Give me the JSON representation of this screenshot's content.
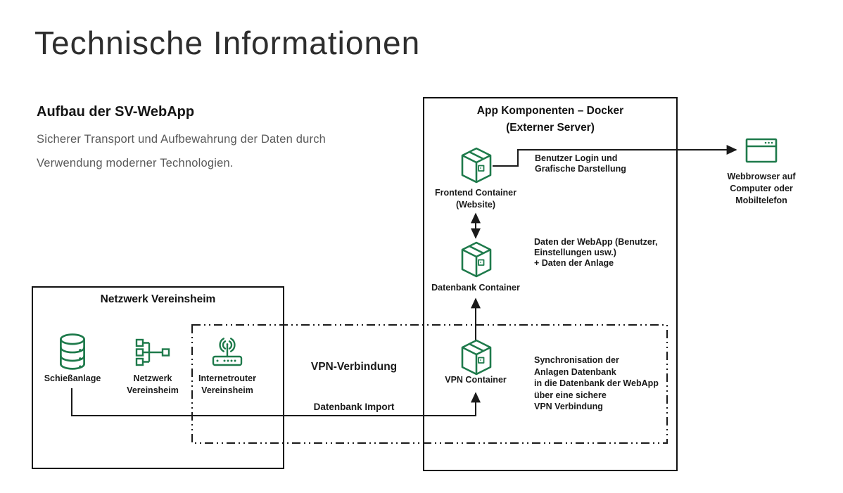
{
  "page": {
    "title": "Technische Informationen"
  },
  "intro": {
    "heading": "Aufbau der SV-WebApp",
    "line1": "Sicherer Transport und Aufbewahrung der Daten durch",
    "line2": "Verwendung moderner Technologien."
  },
  "colors": {
    "accent_green": "#1e7a4b",
    "line_black": "#1a1a1a",
    "subtitle_gray": "#595959"
  },
  "network_box": {
    "title": "Netzwerk Vereinsheim",
    "nodes": [
      {
        "icon": "database-icon",
        "label_line1": "Schießanlage",
        "label_line2": ""
      },
      {
        "icon": "network-icon",
        "label_line1": "Netzwerk",
        "label_line2": "Vereinsheim"
      },
      {
        "icon": "router-icon",
        "label_line1": "Internetrouter",
        "label_line2": "Vereinsheim"
      }
    ]
  },
  "vpn_zone": {
    "title": "VPN-Verbindung",
    "import_label": "Datenbank Import"
  },
  "docker_box": {
    "title_line1": "App Komponenten – Docker",
    "title_line2": "(Externer Server)",
    "frontend": {
      "label_line1": "Frontend Container",
      "label_line2": "(Website)"
    },
    "datenbank": {
      "label": "Datenbank Container"
    },
    "vpn": {
      "label": "VPN Container"
    }
  },
  "annotations": {
    "frontend_lines": [
      "Benutzer Login und",
      "Grafische Darstellung"
    ],
    "datenbank_lines": [
      "Daten der WebApp (Benutzer,",
      "Einstellungen usw.)",
      "+ Daten der Anlage"
    ],
    "vpn_lines": [
      "Synchronisation der",
      "Anlagen Datenbank",
      "in die Datenbank der WebApp",
      "über eine sichere",
      "VPN Verbindung"
    ]
  },
  "browser": {
    "label_lines": [
      "Webbrowser auf",
      "Computer oder",
      "Mobiltelefon"
    ]
  }
}
